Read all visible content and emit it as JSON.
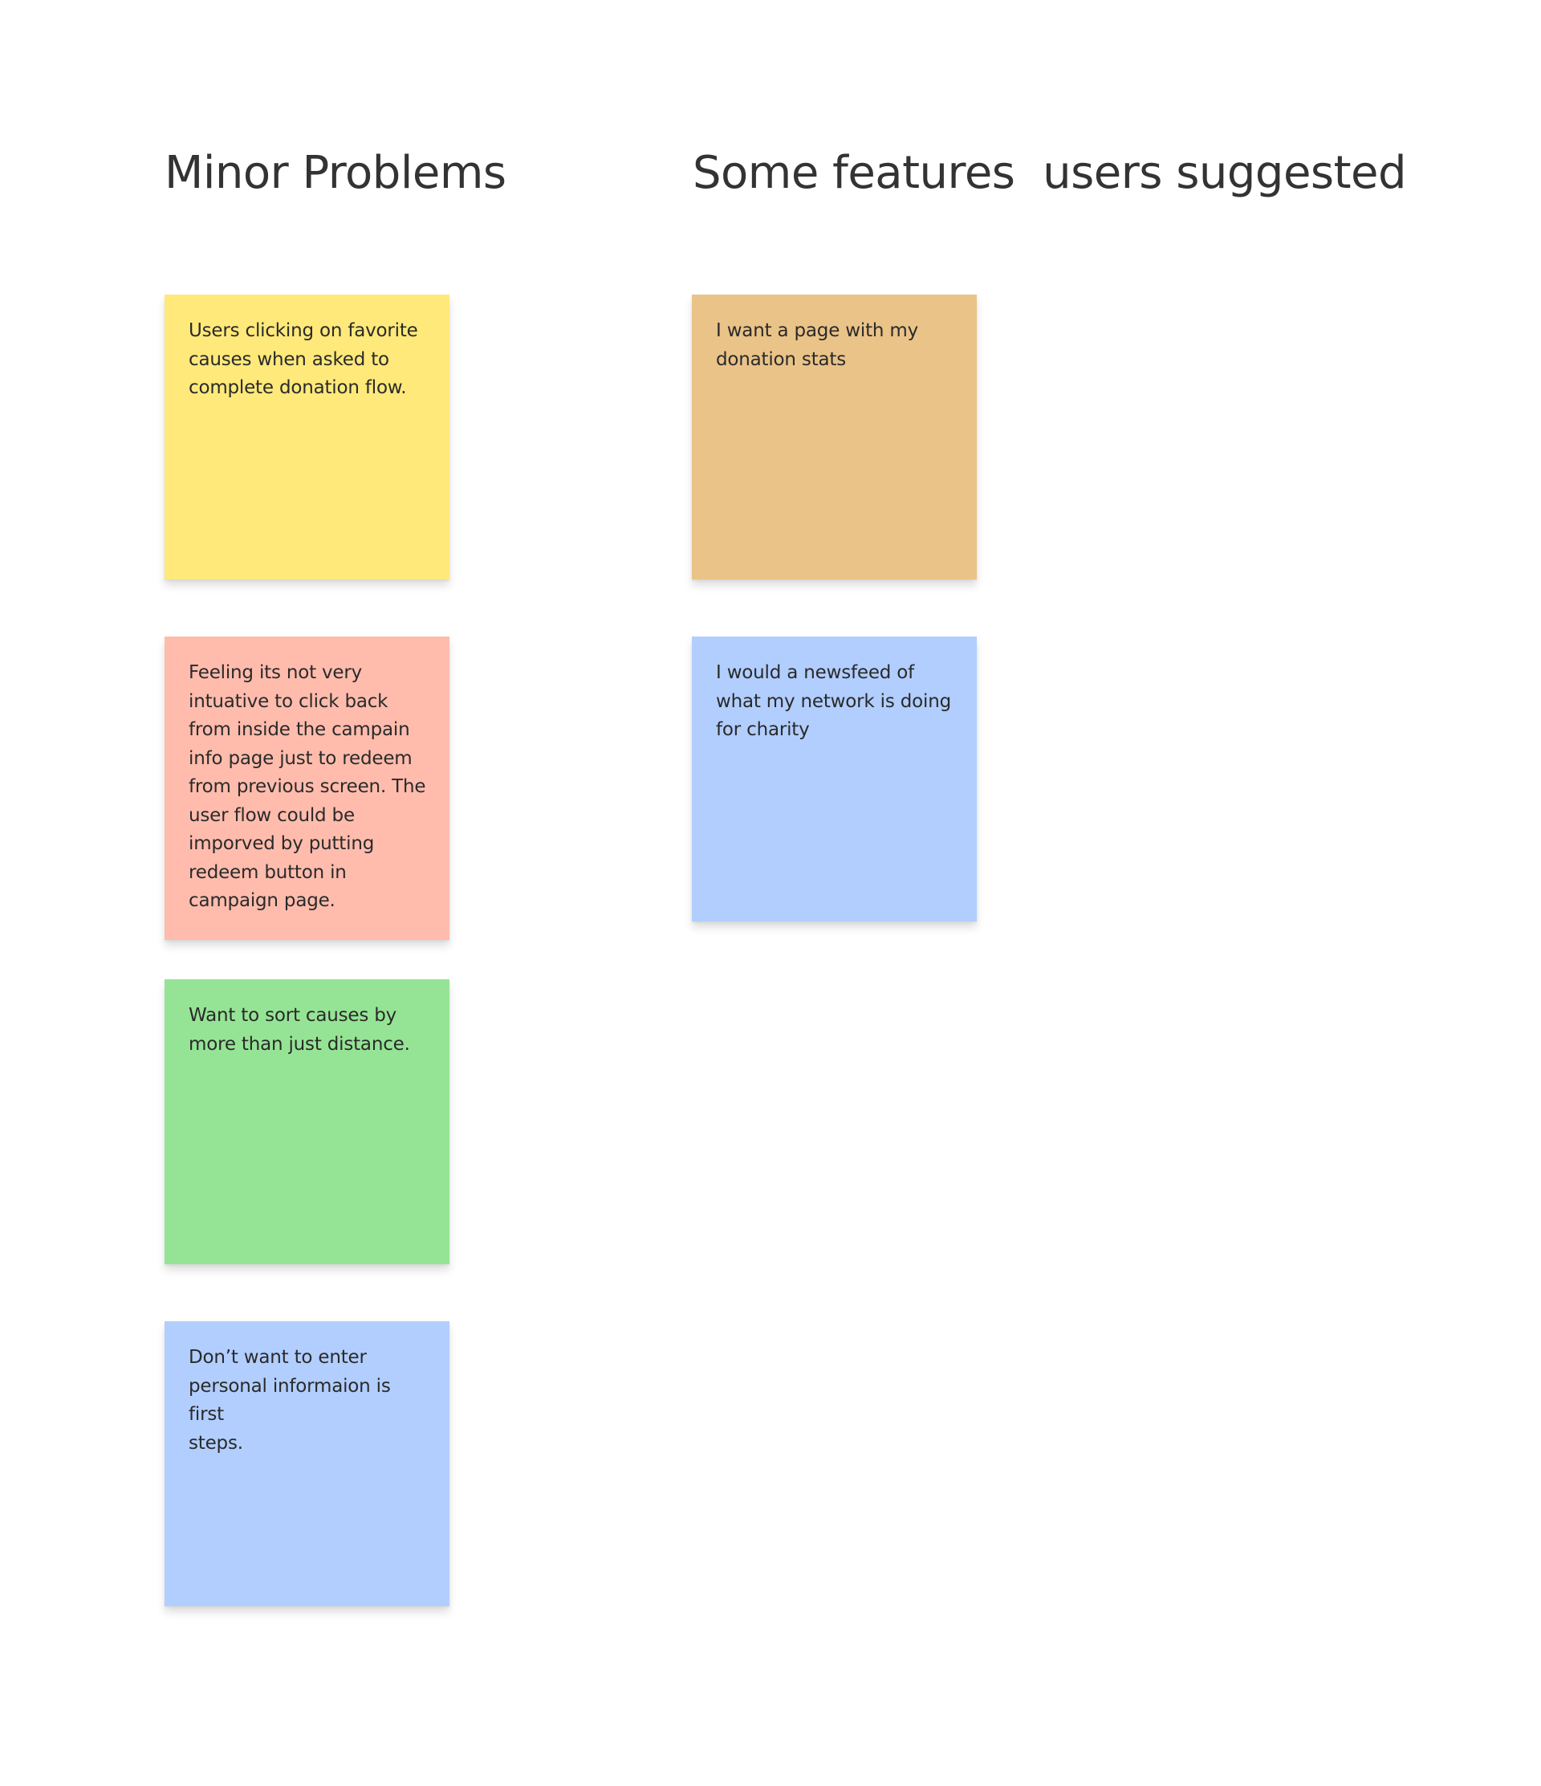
{
  "columns": [
    {
      "title": "Minor Problems",
      "notes": [
        {
          "text": "Users clicking on favorite\ncauses when asked to\ncomplete donation flow.",
          "color": "#FFE97A"
        },
        {
          "text": "Feeling its not very\nintuative to click back\nfrom inside the campain\ninfo page just to redeem\nfrom previous screen. The\nuser flow could be\nimporved by putting\nredeem button in\ncampaign page.",
          "color": "#FFBCAD"
        },
        {
          "text": "Want to sort causes by\nmore than just distance.",
          "color": "#95E495"
        },
        {
          "text": "Don’t want to enter\npersonal informaion is first\nsteps.",
          "color": "#B1CEFE"
        }
      ]
    },
    {
      "title": "Some features  users suggested",
      "notes": [
        {
          "text": "I want a page with my\ndonation stats",
          "color": "#EAC388"
        },
        {
          "text": "I would a newsfeed of\nwhat my network is doing\nfor charity",
          "color": "#B1CEFE"
        }
      ]
    }
  ]
}
